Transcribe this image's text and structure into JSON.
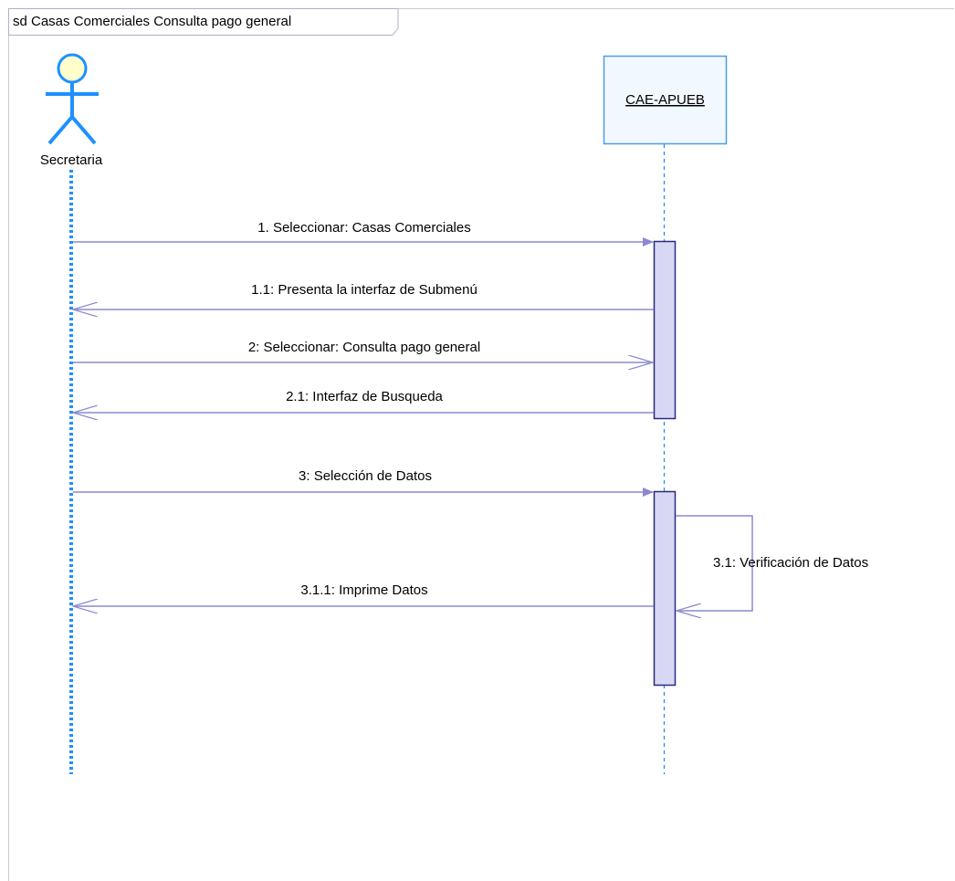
{
  "frame": {
    "title": "sd Casas Comerciales Consulta pago general"
  },
  "actor": {
    "name": "Secretaria"
  },
  "lifeline": {
    "name": "CAE-APUEB"
  },
  "messages": [
    {
      "label": "1. Seleccionar: Casas Comerciales",
      "direction": "to-object",
      "kind": "call"
    },
    {
      "label": "1.1: Presenta la interfaz de Submenú",
      "direction": "to-actor",
      "kind": "return"
    },
    {
      "label": "2: Seleccionar: Consulta pago general",
      "direction": "to-object",
      "kind": "async"
    },
    {
      "label": "2.1: Interfaz de Busqueda",
      "direction": "to-actor",
      "kind": "return"
    },
    {
      "label": "3: Selección de Datos",
      "direction": "to-object",
      "kind": "call"
    },
    {
      "label": "3.1.1: Imprime Datos",
      "direction": "to-actor",
      "kind": "return"
    }
  ],
  "self_message": {
    "label": "3.1: Verificación de Datos"
  },
  "colors": {
    "frame": "#c8c8dc",
    "actor": "#1e90ff",
    "actor_head_fill": "#ffffcc",
    "object_border": "#4a9de6",
    "object_fill": "#f2f8ff",
    "lifeline": "#1e90ff",
    "message": "#8a8ad0",
    "activation_fill": "#d8d8f4",
    "activation_border": "#2a2a7a",
    "text": "#000000"
  }
}
